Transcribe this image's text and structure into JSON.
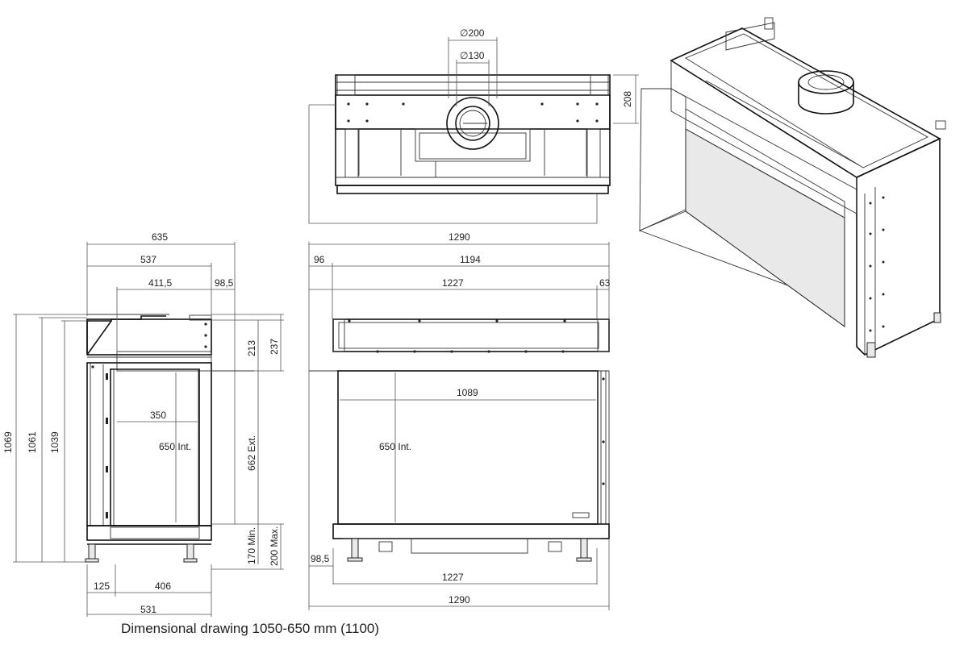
{
  "top_view": {
    "flue_outer": "∅200",
    "flue_inner": "∅130",
    "depth": "208"
  },
  "side_view": {
    "total_depth": "635",
    "depth_537": "537",
    "depth_4115": "411,5",
    "depth_985": "98,5",
    "height_1069": "1069",
    "height_1061": "1061",
    "height_1039": "1039",
    "top_213": "213",
    "top_237": "237",
    "firebox_depth": "350",
    "firebox_height_int": "650 Int.",
    "firebox_height_ext": "662 Ext.",
    "leg_min": "170 Min.",
    "leg_max": "200 Max.",
    "bottom_125": "125",
    "bottom_406": "406",
    "bottom_531": "531"
  },
  "front_view": {
    "width_1290_top": "1290",
    "left_96": "96",
    "width_1194": "1194",
    "width_1227_top": "1227",
    "right_63": "63",
    "glass_width": "1089",
    "glass_height": "650 Int.",
    "bottom_985": "98,5",
    "width_1227_bottom": "1227",
    "width_1290_bottom": "1290"
  },
  "caption": "Dimensional drawing 1050-650 mm (1100)"
}
